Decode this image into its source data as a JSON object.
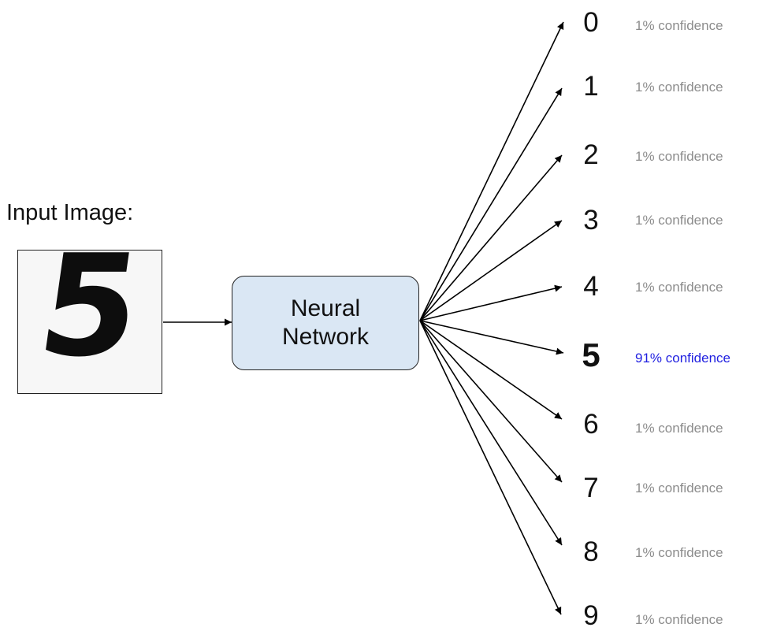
{
  "input": {
    "title": "Input Image:",
    "digit": "5"
  },
  "network": {
    "line1": "Neural",
    "line2": "Network"
  },
  "outputs": [
    {
      "digit": "0",
      "confidence": "1% confidence"
    },
    {
      "digit": "1",
      "confidence": "1% confidence"
    },
    {
      "digit": "2",
      "confidence": "1% confidence"
    },
    {
      "digit": "3",
      "confidence": "1% confidence"
    },
    {
      "digit": "4",
      "confidence": "1% confidence"
    },
    {
      "digit": "5",
      "confidence": "91% confidence"
    },
    {
      "digit": "6",
      "confidence": "1% confidence"
    },
    {
      "digit": "7",
      "confidence": "1% confidence"
    },
    {
      "digit": "8",
      "confidence": "1% confidence"
    },
    {
      "digit": "9",
      "confidence": "1% confidence"
    }
  ],
  "colors": {
    "network_fill": "#dae7f4",
    "highlight": "#1f1fe0",
    "muted_text": "#8c8c8c"
  }
}
